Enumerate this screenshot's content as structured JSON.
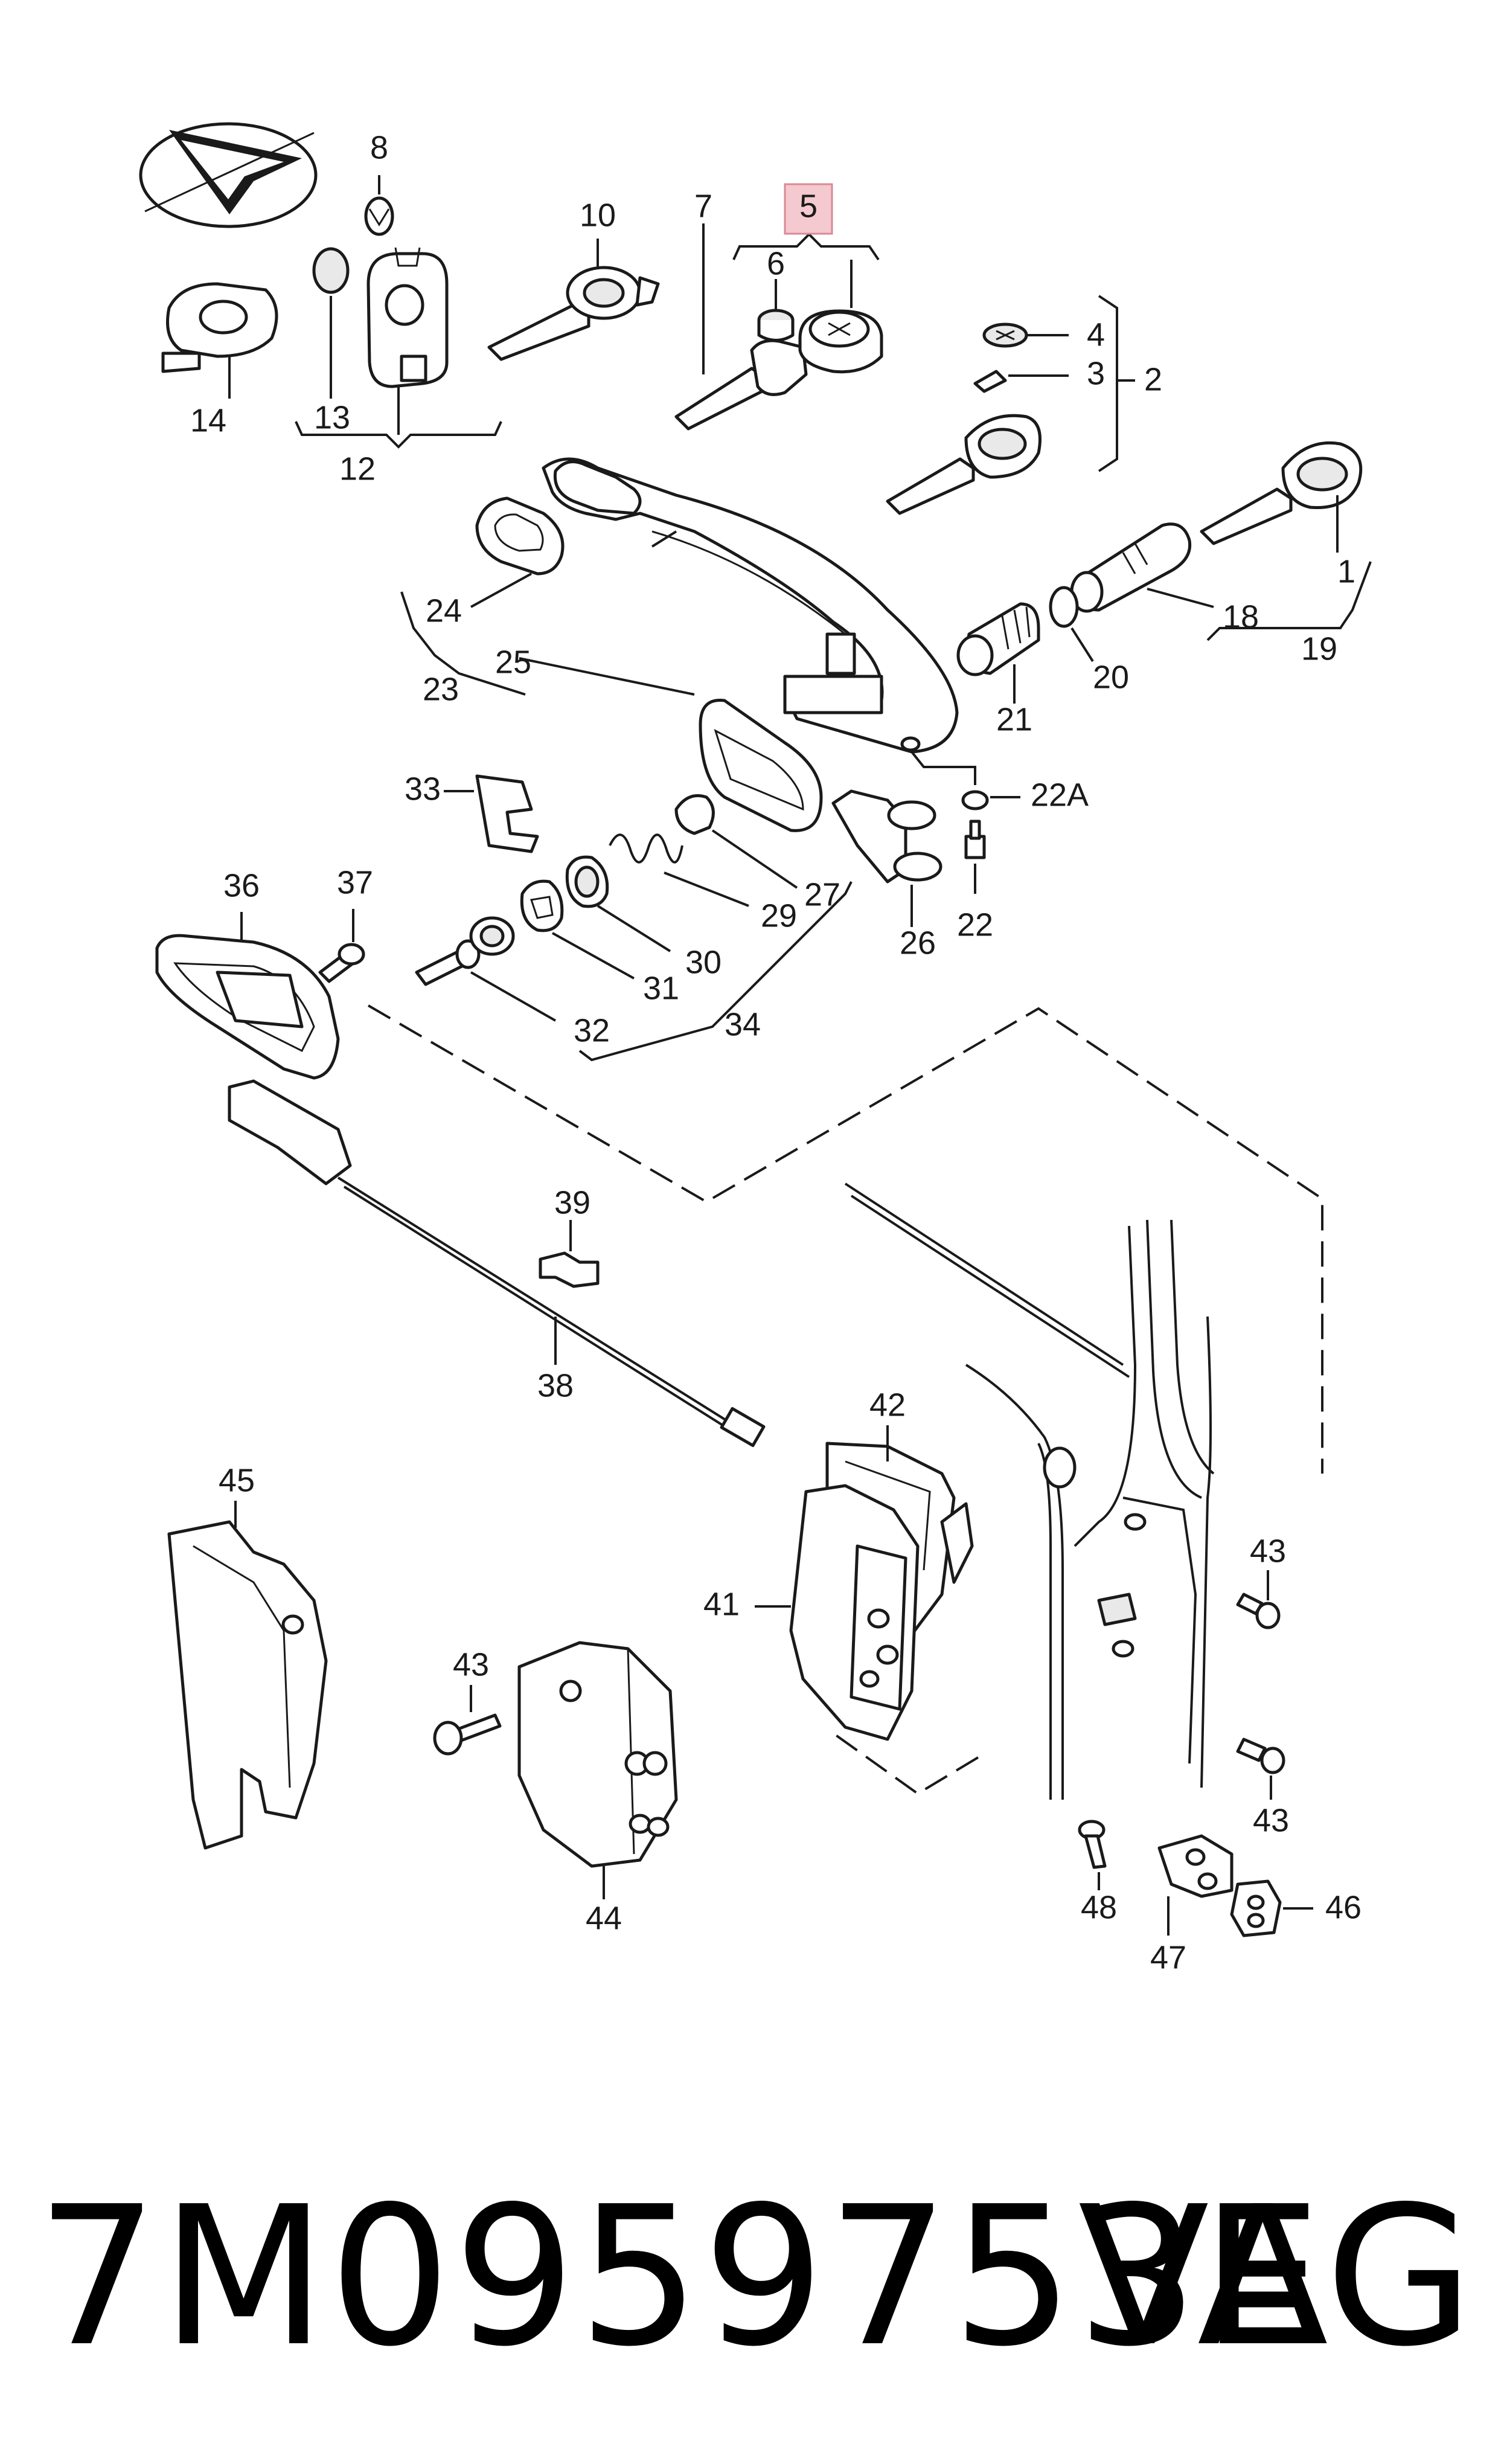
{
  "callouts": {
    "c1": "1",
    "c2": "2",
    "c3": "3",
    "c4": "4",
    "c5": "5",
    "c6": "6",
    "c7": "7",
    "c8": "8",
    "c10": "10",
    "c12": "12",
    "c13": "13",
    "c14": "14",
    "c18": "18",
    "c19": "19",
    "c20": "20",
    "c21": "21",
    "c22": "22",
    "c22a": "22A",
    "c23": "23",
    "c24": "24",
    "c25": "25",
    "c26": "26",
    "c27": "27",
    "c29": "29",
    "c30": "30",
    "c31": "31",
    "c32": "32",
    "c33": "33",
    "c34": "34",
    "c36": "36",
    "c37": "37",
    "c38": "38",
    "c39": "39",
    "c41": "41",
    "c42": "42",
    "c43a": "43",
    "c43b": "43",
    "c43c": "43",
    "c44": "44",
    "c45": "45",
    "c46": "46",
    "c47": "47",
    "c48": "48"
  },
  "highlight": {
    "callout": "5",
    "color": "#f4c9cf",
    "border": "#d98a95"
  },
  "footer": {
    "part_number": "7M0959753E",
    "brand": "VAG"
  }
}
